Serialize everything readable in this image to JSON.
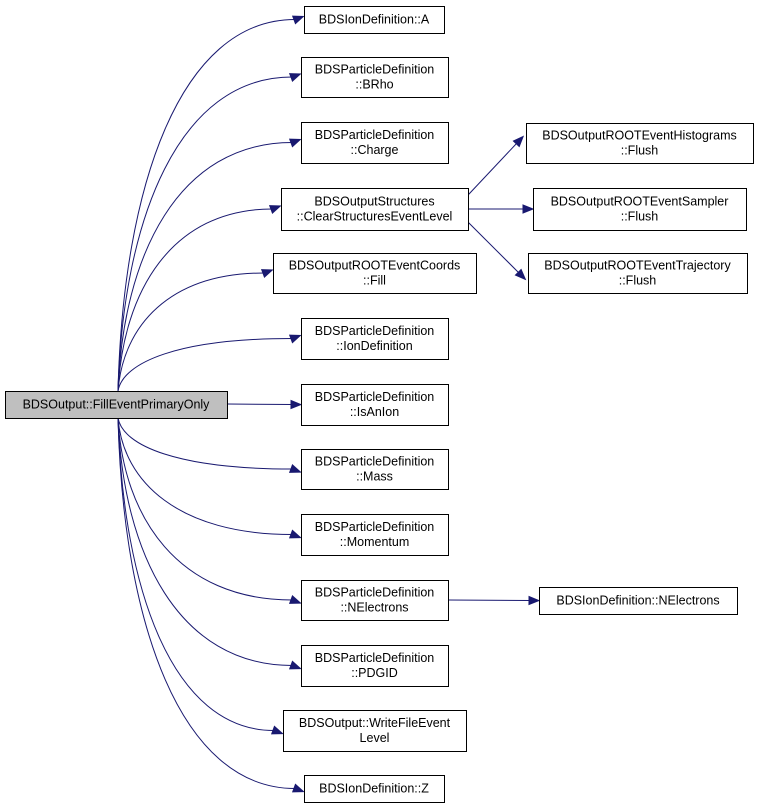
{
  "colors": {
    "edge": "#191970",
    "root_fill": "#bfbfbf",
    "node_fill": "#ffffff",
    "border": "#000000"
  },
  "nodes": {
    "root": [
      "BDSOutput::FillEventPrimaryOnly"
    ],
    "a": [
      "BDSIonDefinition::A"
    ],
    "brho": [
      "BDSParticleDefinition",
      "::BRho"
    ],
    "charge": [
      "BDSParticleDefinition",
      "::Charge"
    ],
    "clear": [
      "BDSOutputStructures",
      "::ClearStructuresEventLevel"
    ],
    "coords": [
      "BDSOutputROOTEventCoords",
      "::Fill"
    ],
    "iondef": [
      "BDSParticleDefinition",
      "::IonDefinition"
    ],
    "isanion": [
      "BDSParticleDefinition",
      "::IsAnIon"
    ],
    "mass": [
      "BDSParticleDefinition",
      "::Mass"
    ],
    "momentum": [
      "BDSParticleDefinition",
      "::Momentum"
    ],
    "nelectrons": [
      "BDSParticleDefinition",
      "::NElectrons"
    ],
    "pdgid": [
      "BDSParticleDefinition",
      "::PDGID"
    ],
    "writefile": [
      "BDSOutput::WriteFileEvent",
      "Level"
    ],
    "z": [
      "BDSIonDefinition::Z"
    ],
    "hist": [
      "BDSOutputROOTEventHistograms",
      "::Flush"
    ],
    "sampler": [
      "BDSOutputROOTEventSampler",
      "::Flush"
    ],
    "traj": [
      "BDSOutputROOTEventTrajectory",
      "::Flush"
    ],
    "ion_nelectrons": [
      "BDSIonDefinition::NElectrons"
    ]
  },
  "edges": [
    [
      "root",
      "a"
    ],
    [
      "root",
      "brho"
    ],
    [
      "root",
      "charge"
    ],
    [
      "root",
      "clear"
    ],
    [
      "root",
      "coords"
    ],
    [
      "root",
      "iondef"
    ],
    [
      "root",
      "isanion"
    ],
    [
      "root",
      "mass"
    ],
    [
      "root",
      "momentum"
    ],
    [
      "root",
      "nelectrons"
    ],
    [
      "root",
      "pdgid"
    ],
    [
      "root",
      "writefile"
    ],
    [
      "root",
      "z"
    ],
    [
      "clear",
      "hist"
    ],
    [
      "clear",
      "sampler"
    ],
    [
      "clear",
      "traj"
    ],
    [
      "nelectrons",
      "ion_nelectrons"
    ]
  ]
}
